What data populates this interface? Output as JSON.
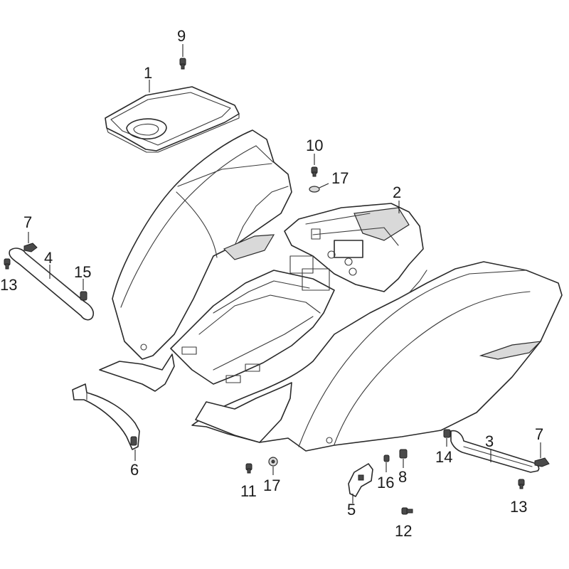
{
  "callouts": {
    "c1": "1",
    "c2": "2",
    "c3": "3",
    "c4": "4",
    "c5": "5",
    "c6": "6",
    "c7a": "7",
    "c7b": "7",
    "c8": "8",
    "c9": "9",
    "c10": "10",
    "c11": "11",
    "c12": "12",
    "c13a": "13",
    "c13b": "13",
    "c14": "14",
    "c15": "15",
    "c16": "16",
    "c17a": "17",
    "c17b": "17"
  }
}
